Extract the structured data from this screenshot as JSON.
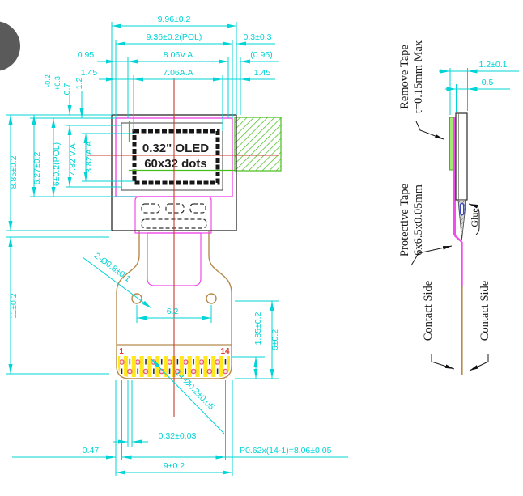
{
  "colors": {
    "dim-cyan": "#00D4D6",
    "center-red": "#C63B2C",
    "pol-magenta": "#F04DEB",
    "fpc-tan": "#B78A4C",
    "tape-green": "#46BE1C",
    "pad-yellow": "#FFE81E",
    "pin-red": "#E03C31",
    "glue-blue": "#3946C6",
    "ink-black": "#1C1C1C"
  },
  "front": {
    "display_line1": "0.32\" OLED",
    "display_line2": "60x32 dots",
    "dim_total_w": "9.96±0.2",
    "dim_pol_w": "9.36±0.2(POL)",
    "dim_tape_ov": "0.3±0.3",
    "dim_m_left": "0.95",
    "dim_va_w": "8.06V.A",
    "dim_m_right": "(0.95)",
    "dim_aa_ml": "1.45",
    "dim_aa_w": "7.06A.A",
    "dim_aa_mr": "1.45",
    "tol_dn": "-0.2",
    "tol_up": "+0.3",
    "tol_val": "0.7",
    "dim_12": "1.2",
    "dim_total_h": "8.85±0.2",
    "dim_h2": "6.27±0.2",
    "dim_pol_h": "6±0.2(POL)",
    "dim_va_h": "4.82 V.A",
    "dim_aa_h": "3.82 A.A",
    "dim_flex_len": "11±0.2",
    "dim_holes": "2-Ø0.8±0.1",
    "dim_hole_span": "6.2",
    "pin_first": "1",
    "pin_last": "14",
    "dim_pads": "14-Ø0.2±0.05",
    "dim_pad_w": "0.32±0.03",
    "dim_edge": "0.47",
    "dim_pitch": "P0.62x(14-1)=8.06±0.05",
    "dim_conn_w": "9±0.2",
    "dim_pad_h": "1.85±0.2",
    "dim_conn_h": "6±0.2"
  },
  "side": {
    "remove_tape_1": "Remove Tape",
    "remove_tape_2": "t=0.15mm Max",
    "thickness_total": "1.2±0.1",
    "thickness_glass": "0.5",
    "protective_tape_1": "Protective Tape",
    "protective_tape_2": "6x6.5x0.05mm",
    "glue": "Glue",
    "contact_left": "Contact Side",
    "contact_right": "Contact Side"
  }
}
